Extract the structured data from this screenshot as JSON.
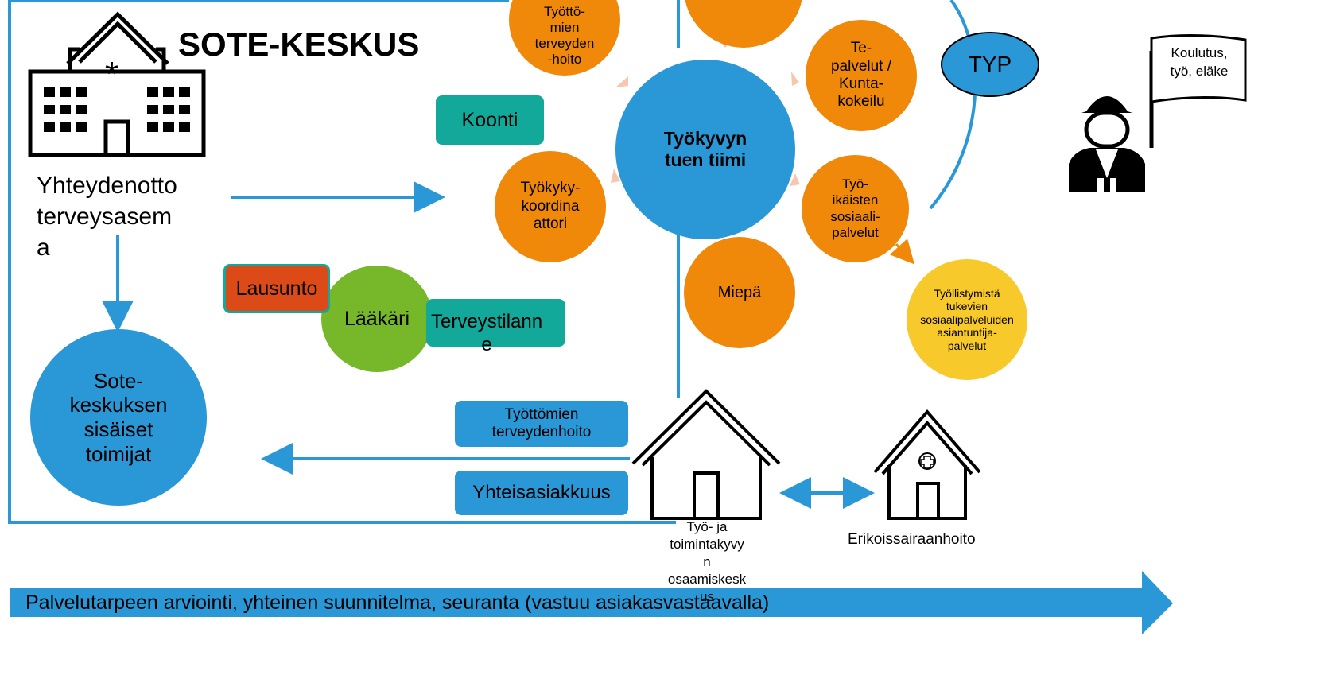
{
  "title": "SOTE-KESKUS",
  "contact_text": "Yhteydenotto\nterveysasem\na",
  "internal_actors": "Sote-\nkeskuksen\nsisäiset\ntoimijat",
  "koonti": "Koonti",
  "lausunto": "Lausunto",
  "laakari": "Lääkäri",
  "terveystilanne": "Terveystilann\ne",
  "center_team": "Työkyvyn\ntuen tiimi",
  "unemployed_health": "Työttö-\nmien\nterveyden\n-hoito",
  "te_services": "Te-\npalvelut /\nKunta-\nkokeilu",
  "coordinator": "Työkyky-\nkoordina\nattori",
  "working_age_social": "Työ-\nikäisten\nsosiaali-\npalvelut",
  "miepa": "Miepä",
  "employment_experts": "Työllistymistä\ntukevien\nsosiaalipalveluiden\nasiantuntija-\npalvelut",
  "typ": "TYP",
  "flag_text": "Koulutus,\ntyö, eläke",
  "box_unemployed": "Työttömien\nterveydenhoito",
  "box_joint": "Yhteisasiakkuus",
  "competence_center": "Työ- ja\ntoimintakyvy\nn\nosaamiskesk\nus",
  "specialist_care": "Erikoissairaanhoito",
  "bottom_arrow": "Palvelutarpeen arviointi, yhteinen suunnitelma, seuranta (vastuu asiakasvastaavalla)",
  "colors": {
    "orange": "#f0880a",
    "teal": "#12a89a",
    "blue": "#2a98d6",
    "green": "#77b82a",
    "red": "#dc4a18",
    "yellow": "#f8c92a",
    "frame": "#2a98d6"
  },
  "icons": [
    "hospital-building-icon",
    "worker-helmet-icon",
    "flag-icon",
    "house-icon",
    "hospital-house-icon"
  ]
}
